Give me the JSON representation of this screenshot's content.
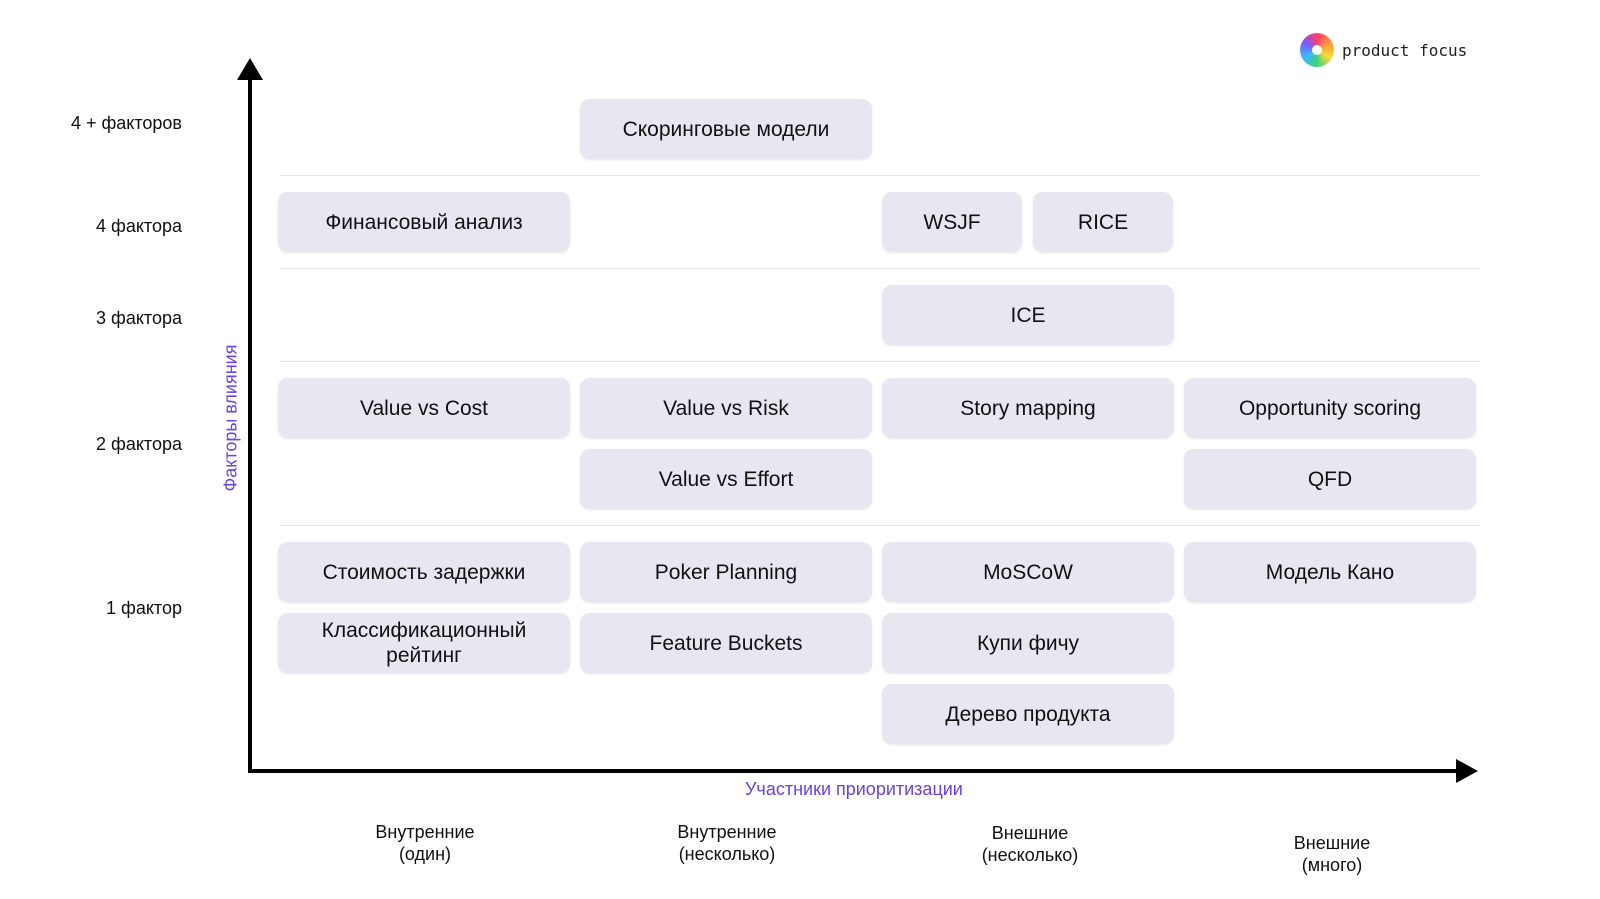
{
  "brand": {
    "name": "product focus",
    "logo_icon": "rainbow-circle-icon"
  },
  "axes": {
    "y_title": "Факторы влияния",
    "x_title": "Участники приоритизации",
    "y_levels": [
      "4 + факторов",
      "4 фактора",
      "3 фактора",
      "2 фактора",
      "1 фактор"
    ],
    "x_groups": [
      "Внутренние\n(один)",
      "Внутренние\n(несколько)",
      "Внешние\n(несколько)",
      "Внешние\n(много)"
    ]
  },
  "methods": [
    {
      "label": "Скоринговые модели",
      "factors": "4 + факторов",
      "participants": "Внутренние (несколько)"
    },
    {
      "label": "Финансовый анализ",
      "factors": "4 фактора",
      "participants": "Внутренние (один)"
    },
    {
      "label": "WSJF",
      "factors": "4 фактора",
      "participants": "Внешние (несколько)"
    },
    {
      "label": "RICE",
      "factors": "4 фактора",
      "participants": "Внешние (несколько)"
    },
    {
      "label": "ICE",
      "factors": "3 фактора",
      "participants": "Внешние (несколько)"
    },
    {
      "label": "Value vs Cost",
      "factors": "2 фактора",
      "participants": "Внутренние (один)"
    },
    {
      "label": "Value vs Risk",
      "factors": "2 фактора",
      "participants": "Внутренние (несколько)"
    },
    {
      "label": "Story mapping",
      "factors": "2 фактора",
      "participants": "Внешние (несколько)"
    },
    {
      "label": "Opportunity scoring",
      "factors": "2 фактора",
      "participants": "Внешние (много)"
    },
    {
      "label": "Value vs Effort",
      "factors": "2 фактора",
      "participants": "Внутренние (несколько)"
    },
    {
      "label": "QFD",
      "factors": "2 фактора",
      "participants": "Внешние (много)"
    },
    {
      "label": "Стоимость задержки",
      "factors": "1 фактор",
      "participants": "Внутренние (один)"
    },
    {
      "label": "Poker Planning",
      "factors": "1 фактор",
      "participants": "Внутренние (несколько)"
    },
    {
      "label": "MoSCoW",
      "factors": "1 фактор",
      "participants": "Внешние (несколько)"
    },
    {
      "label": "Модель Кано",
      "factors": "1 фактор",
      "participants": "Внешние (много)"
    },
    {
      "label": "Классификационный\nрейтинг",
      "factors": "1 фактор",
      "participants": "Внутренние (один)"
    },
    {
      "label": "Feature Buckets",
      "factors": "1 фактор",
      "participants": "Внутренние (несколько)"
    },
    {
      "label": "Купи фичу",
      "factors": "1 фактор",
      "participants": "Внешние (несколько)"
    },
    {
      "label": "Дерево продукта",
      "factors": "1 фактор",
      "participants": "Внешние (несколько)"
    }
  ],
  "colors": {
    "pill": "#e7e6f1",
    "axis_title": "#6a3ff0",
    "axis_line": "#000000",
    "grid": "#e4e4ea"
  }
}
